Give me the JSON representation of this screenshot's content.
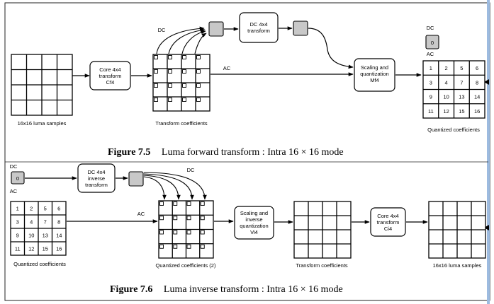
{
  "fig75": {
    "label": "Figure 7.5",
    "title": "Luma forward transform : Intra 16 × 16 mode",
    "luma_caption": "16x16 luma samples",
    "core_line1": "Core 4x4",
    "core_line2": "transform",
    "core_line3": "Cf4",
    "coef_caption": "Transform coefficients",
    "dc_label": "DC",
    "ac_label": "AC",
    "dct_line1": "DC 4x4",
    "dct_line2": "transform",
    "scale_line1": "Scaling and",
    "scale_line2": "quantization",
    "scale_line3": "Mf4",
    "out_dc_label": "DC",
    "out_dc_value": "0",
    "out_ac_label": "AC",
    "out_caption": "Quantized coefficients",
    "grid_values": [
      "1",
      "2",
      "5",
      "6",
      "3",
      "4",
      "7",
      "8",
      "9",
      "10",
      "13",
      "14",
      "11",
      "12",
      "15",
      "16"
    ]
  },
  "fig76": {
    "label": "Figure 7.6",
    "title": "Luma inverse transform : Intra 16 × 16 mode",
    "in_dc_label": "DC",
    "in_dc_value": "0",
    "in_ac_label": "AC",
    "in_caption": "Quantized coefficients",
    "grid_values": [
      "1",
      "2",
      "5",
      "6",
      "3",
      "4",
      "7",
      "8",
      "9",
      "10",
      "13",
      "14",
      "11",
      "12",
      "15",
      "16"
    ],
    "idct_line1": "DC 4x4",
    "idct_line2": "inverse",
    "idct_line3": "transform",
    "dc_label": "DC",
    "ac_label": "AC",
    "q2_caption": "Quantized coefficients (2)",
    "rescale_line1": "Scaling and",
    "rescale_line2": "inverse",
    "rescale_line3": "quantization",
    "rescale_line4": "Vi4",
    "coef_caption": "Transform coefficients",
    "core_line1": "Core 4x4",
    "core_line2": "transform",
    "core_line3": "Ci4",
    "luma_caption": "16x16 luma samples"
  }
}
